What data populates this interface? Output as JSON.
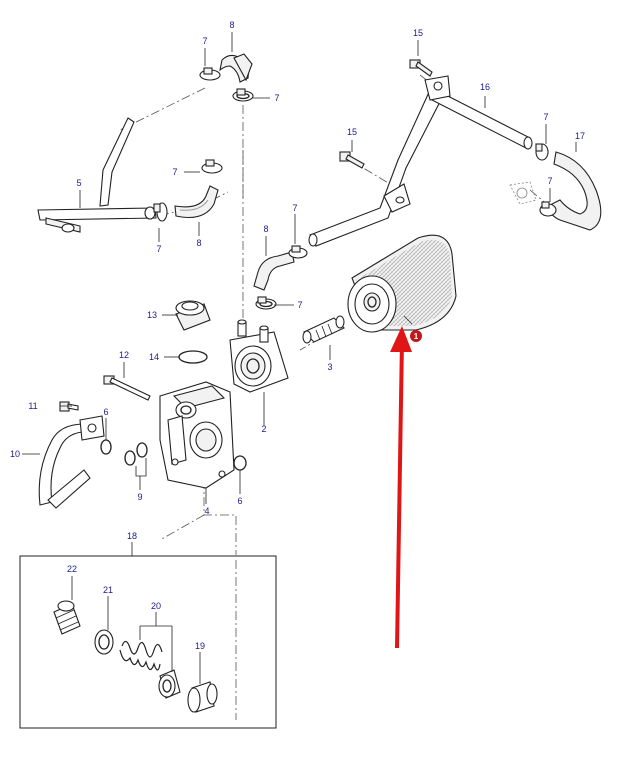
{
  "colors": {
    "label_text": "#1a1a8c",
    "highlight_arrow": "#e01515",
    "highlight_badge": "#c0171c",
    "line_art": "#222222"
  },
  "callouts": {
    "c1": "1",
    "c2": "2",
    "c3": "3",
    "c4": "4",
    "c5": "5",
    "c6a": "6",
    "c6b": "6",
    "c7a": "7",
    "c7b": "7",
    "c7c": "7",
    "c7d": "7",
    "c7e": "7",
    "c7f": "7",
    "c7g": "7",
    "c7h": "7",
    "c8a": "8",
    "c8b": "8",
    "c8c": "8",
    "c9": "9",
    "c10": "10",
    "c11": "11",
    "c12": "12",
    "c13": "13",
    "c14": "14",
    "c15a": "15",
    "c15b": "15",
    "c16": "16",
    "c17": "17",
    "c18": "18",
    "c19": "19",
    "c20": "20",
    "c21": "21",
    "c22": "22"
  }
}
